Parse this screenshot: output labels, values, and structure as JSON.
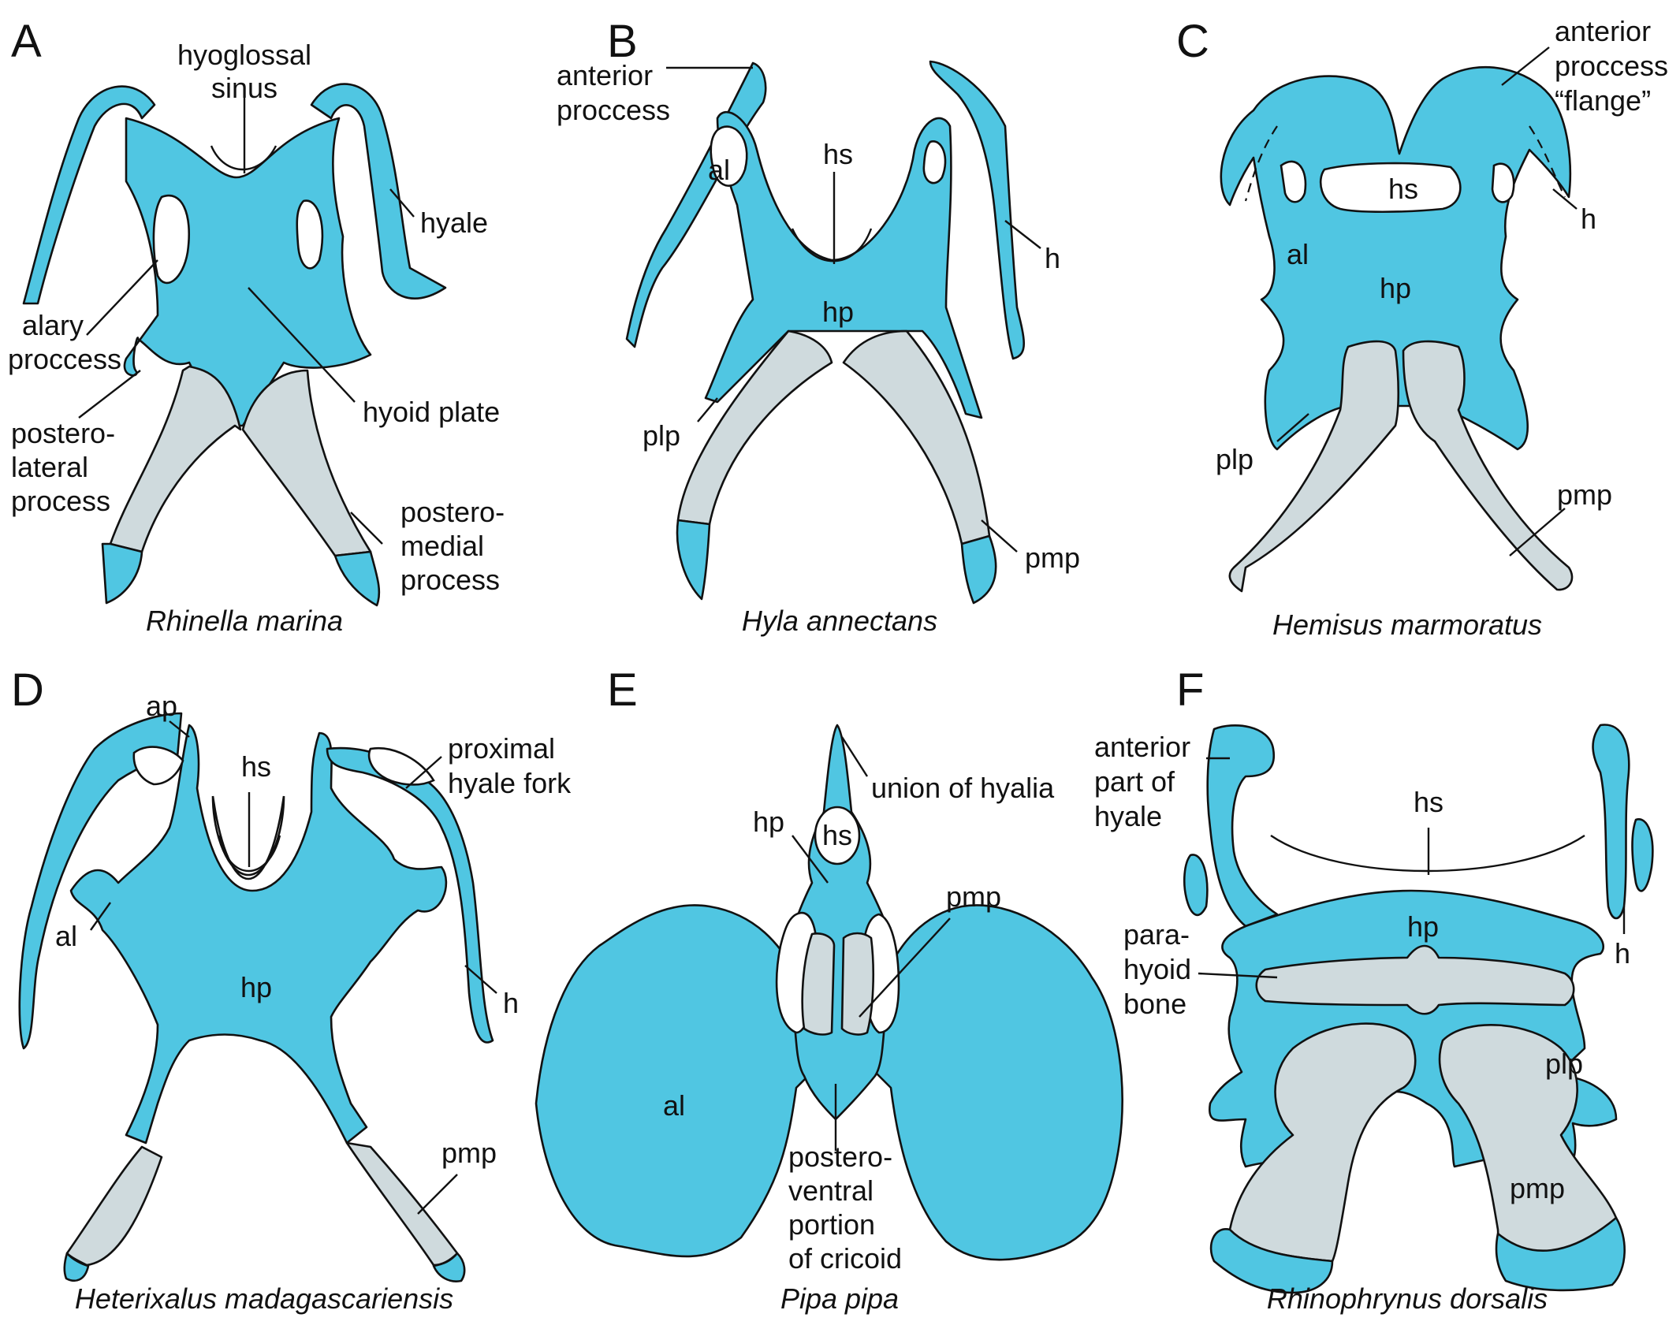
{
  "panels": [
    {
      "letter": "A",
      "species": "Rhinella marina",
      "labels": {
        "hyoglossal_1": "hyoglossal",
        "hyoglossal_2": "sinus",
        "hyale": "hyale",
        "alary_1": "alary",
        "alary_2": "proccess",
        "plp_1": "postero-",
        "plp_2": "lateral",
        "plp_3": "process",
        "hyoid_plate": "hyoid plate",
        "pmp_1": "postero-",
        "pmp_2": "medial",
        "pmp_3": "process"
      }
    },
    {
      "letter": "B",
      "species": "Hyla annectans",
      "labels": {
        "anterior_1": "anterior",
        "anterior_2": "proccess",
        "al": "al",
        "hs": "hs",
        "h": "h",
        "hp": "hp",
        "plp": "plp",
        "pmp": "pmp"
      }
    },
    {
      "letter": "C",
      "species": "Hemisus marmoratus",
      "labels": {
        "anterior_1": "anterior",
        "anterior_2": "proccess",
        "anterior_3": "“flange”",
        "hs": "hs",
        "h": "h",
        "al": "al",
        "hp": "hp",
        "plp": "plp",
        "pmp": "pmp"
      }
    },
    {
      "letter": "D",
      "species": "Heterixalus madagascariensis",
      "labels": {
        "ap": "ap",
        "hs": "hs",
        "fork_1": "proximal",
        "fork_2": "hyale fork",
        "al": "al",
        "hp": "hp",
        "h": "h",
        "pmp": "pmp"
      }
    },
    {
      "letter": "E",
      "species": "Pipa pipa",
      "labels": {
        "union": "union of hyalia",
        "hp": "hp",
        "hs": "hs",
        "pmp": "pmp",
        "al": "al",
        "cricoid_1": "postero-",
        "cricoid_2": "ventral",
        "cricoid_3": "portion",
        "cricoid_4": "of cricoid"
      }
    },
    {
      "letter": "F",
      "species": "Rhinophrynus dorsalis",
      "labels": {
        "ant_1": "anterior",
        "ant_2": "part of",
        "ant_3": "hyale",
        "hs": "hs",
        "hp": "hp",
        "h": "h",
        "para_1": "para-",
        "para_2": "hyoid",
        "para_3": "bone",
        "plp": "plp",
        "pmp": "pmp"
      }
    }
  ],
  "colors": {
    "cartilage": "#50c6e2",
    "bone": "#cfdadd",
    "outline": "#111111",
    "background": "#ffffff"
  }
}
